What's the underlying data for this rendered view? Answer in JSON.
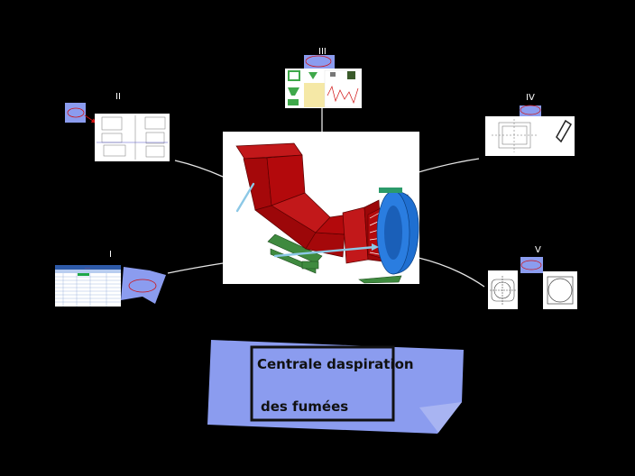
{
  "title": {
    "line1": "Centrale daspiration",
    "line2": "des fumées"
  },
  "branches": [
    {
      "id": "branch-i",
      "label": "I"
    },
    {
      "id": "branch-ii",
      "label": "II"
    },
    {
      "id": "branch-iii",
      "label": "III"
    },
    {
      "id": "branch-iv",
      "label": "IV"
    },
    {
      "id": "branch-v",
      "label": "V"
    }
  ],
  "colors": {
    "background": "#000000",
    "note_fill": "#8b9cef",
    "duct_red": "#b3090c",
    "fan_blue": "#1f6fd1",
    "support_green": "#3f8a3f",
    "connector": "#e6e6e6"
  }
}
